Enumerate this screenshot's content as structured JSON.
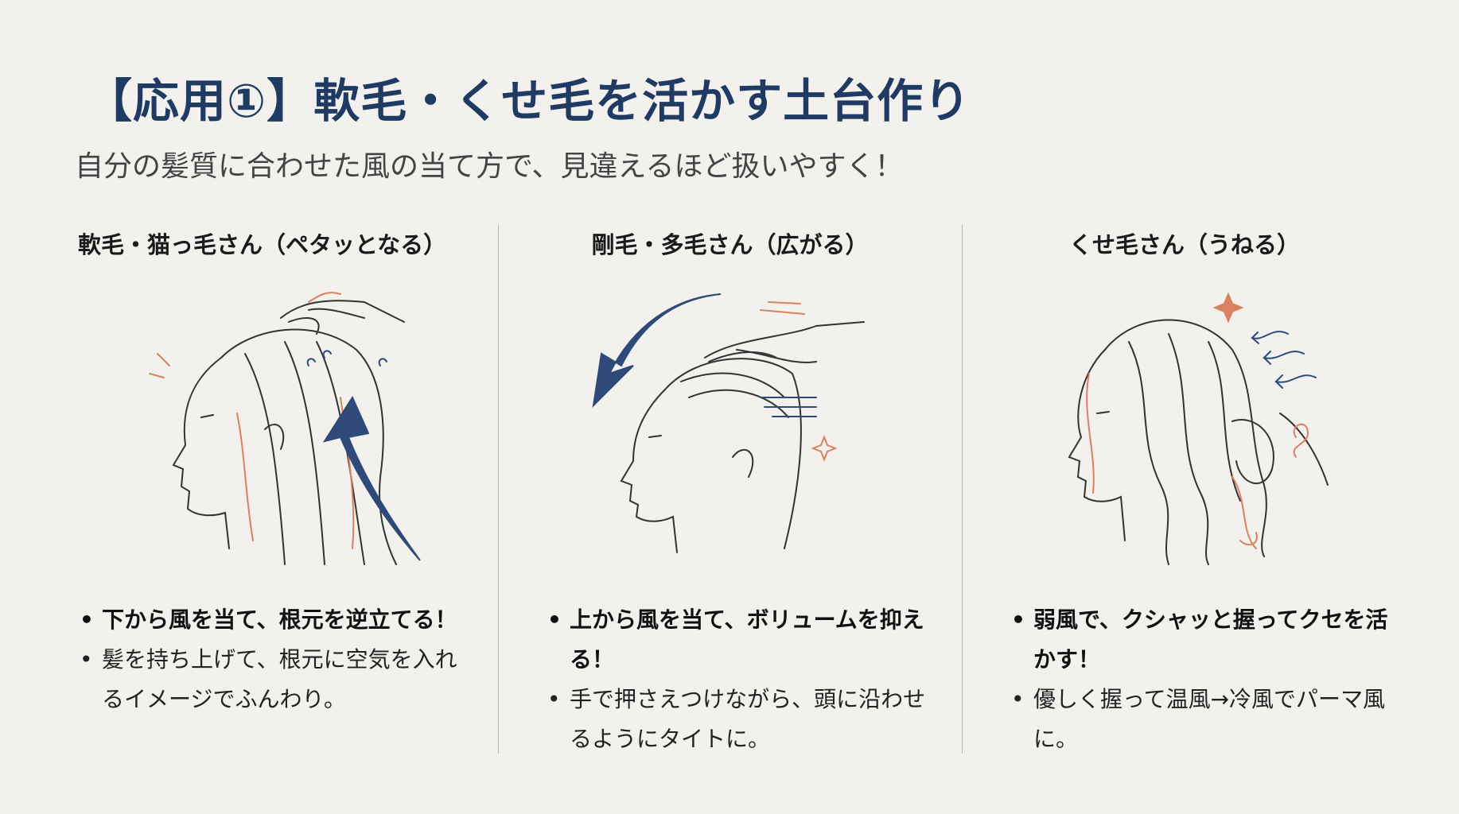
{
  "title": "【応用①】軟毛・くせ毛を活かす土台作り",
  "subtitle": "自分の髪質に合わせた風の当て方で、見違えるほど扱いやすく！",
  "colors": {
    "title": "#1f3a63",
    "arrow": "#2f4a78",
    "accent": "#d9825f",
    "background": "#f2f1ed"
  },
  "columns": [
    {
      "heading": "軟毛・猫っ毛さん（ペタッとなる）",
      "illustration": "woman-lifting-hair-roots-upward-arrow",
      "bullets": [
        "下から風を当て、根元を逆立てる！",
        "髪を持ち上げて、根元に空気を入れるイメージでふんわり。"
      ]
    },
    {
      "heading": "剛毛・多毛さん（広がる）",
      "illustration": "man-pressing-hair-downward-arrow",
      "bullets": [
        "上から風を当て、ボリュームを抑える！",
        "手で押さえつけながら、頭に沿わせるようにタイトに。"
      ]
    },
    {
      "heading": "くせ毛さん（うねる）",
      "illustration": "woman-scrunching-wavy-hair",
      "bullets": [
        "弱風で、クシャッと握ってクセを活かす！",
        "優しく握って温風→冷風でパーマ風に。"
      ]
    }
  ]
}
